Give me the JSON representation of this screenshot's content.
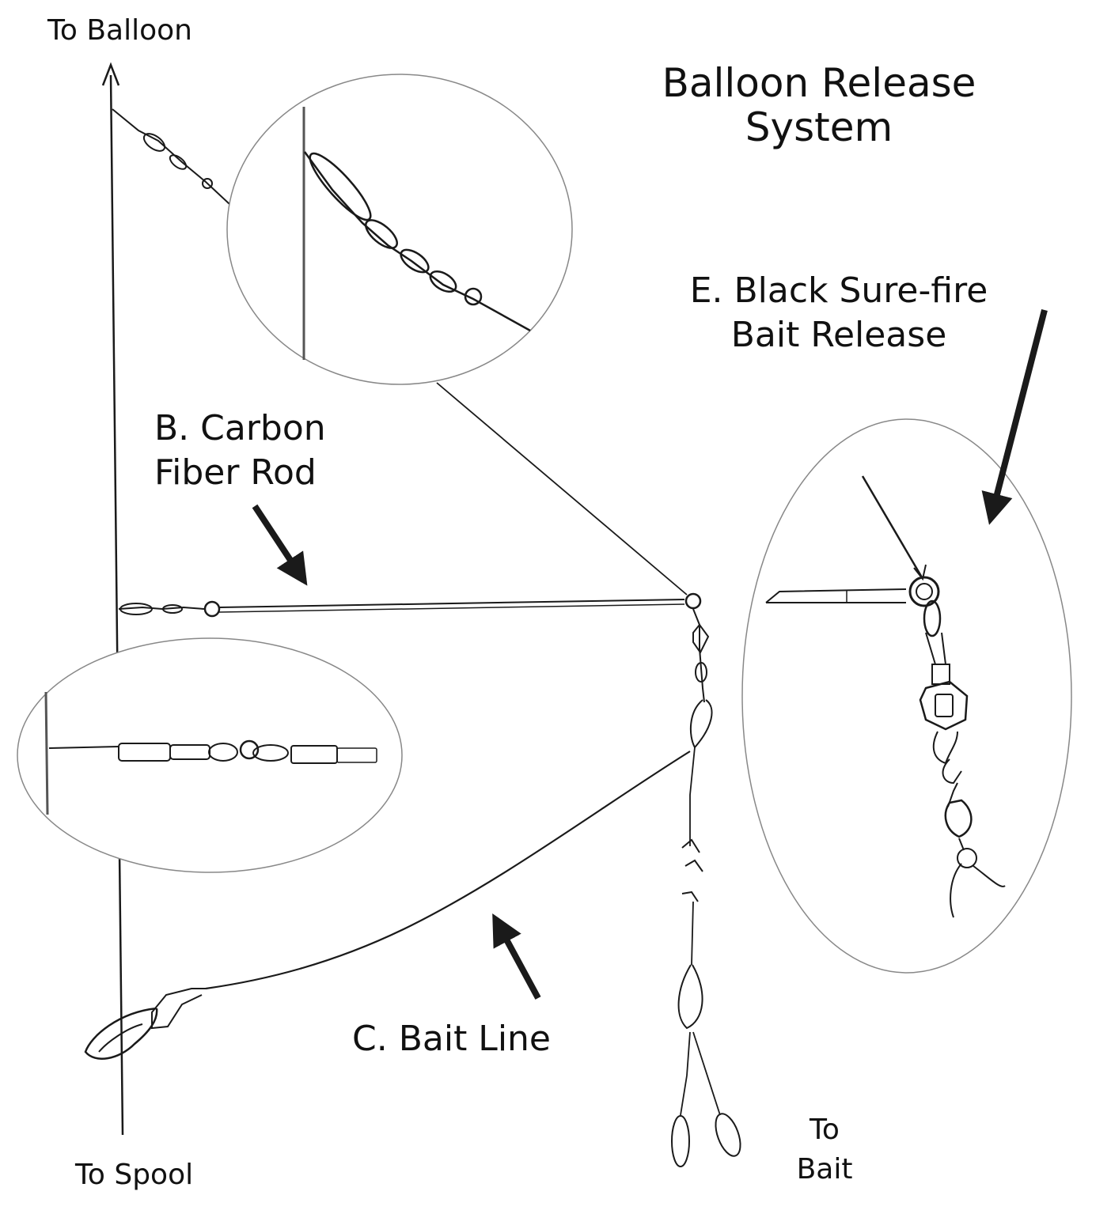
{
  "title": {
    "line1": "Balloon Release",
    "line2": "System"
  },
  "labels": {
    "to_balloon": "To Balloon",
    "to_spool": "To Spool",
    "to_bait_line1": "To",
    "to_bait_line2": "Bait"
  },
  "callouts": {
    "b_line1": "B. Carbon",
    "b_line2": "Fiber Rod",
    "c": "C. Bait Line",
    "e_line1": "E. Black Sure-fire",
    "e_line2": "Bait Release"
  },
  "colors": {
    "ink": "#1a1a1a",
    "zoom_outline": "#888888",
    "background": "#ffffff"
  }
}
